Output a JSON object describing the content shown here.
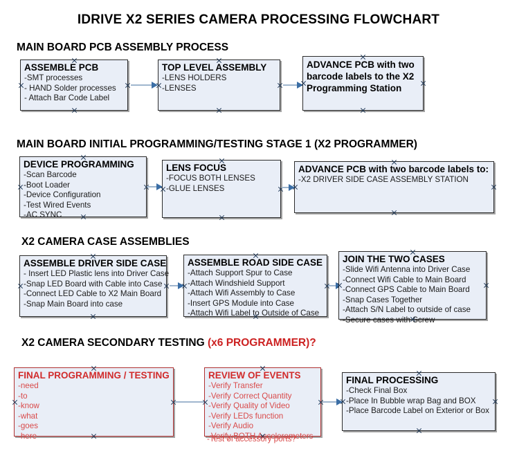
{
  "document": {
    "title": "IDRIVE X2  SERIES CAMERA PROCESSING FLOWCHART"
  },
  "sections": [
    {
      "id": "main-board-pcb-assembly",
      "heading": "MAIN BOARD PCB ASSEMBLY PROCESS",
      "heading_red": ""
    },
    {
      "id": "main-board-initial-programming",
      "heading": "MAIN BOARD INITIAL PROGRAMMING/TESTING STAGE 1 (X2 PROGRAMMER)",
      "heading_red": ""
    },
    {
      "id": "x2-camera-case-assemblies",
      "heading": "X2 CAMERA CASE ASSEMBLIES",
      "heading_red": ""
    },
    {
      "id": "x2-camera-secondary-testing",
      "heading": "X2 CAMERA SECONDARY TESTING ",
      "heading_red": "(x6 PROGRAMMER)?"
    }
  ],
  "nodes": {
    "assemble_pcb": {
      "title": "ASSEMBLE PCB",
      "items": [
        "-SMT processes",
        "- HAND Solder processes",
        "- Attach Bar Code Label"
      ]
    },
    "top_level_assembly": {
      "title": "TOP LEVEL ASSEMBLY",
      "items": [
        "-LENS HOLDERS",
        "-LENSES"
      ]
    },
    "advance_pcb_station": {
      "title": "ADVANCE PCB with two barcode labels to the  X2 Programming Station",
      "items": []
    },
    "device_programming": {
      "title": "DEVICE PROGRAMMING",
      "items": [
        "-Scan Barcode",
        "-Boot Loader",
        "-Device Configuration",
        "-Test Wired Events",
        "-AC SYNC"
      ]
    },
    "lens_focus": {
      "title": "LENS FOCUS",
      "items": [
        "-FOCUS BOTH LENSES",
        "-GLUE LENSES"
      ]
    },
    "advance_pcb_driver_side": {
      "title": "ADVANCE PCB with two barcode labels to:",
      "items": [
        "-X2 DRIVER  SIDE  CASE  ASSEMBLY STATION"
      ]
    },
    "assemble_driver_side_case": {
      "title": "ASSEMBLE DRIVER SIDE CASE",
      "items": [
        "- Insert LED Plastic lens into Driver Case",
        "-Snap LED Board with Cable into Case",
        "-Connect LED Cable to X2 Main Board",
        "-Snap Main Board into case"
      ]
    },
    "assemble_road_side_case": {
      "title": "ASSEMBLE ROAD SIDE CASE",
      "items": [
        "-Attach Support Spur to Case",
        "-Attach Windshield Support",
        "-Attach Wifi Assembly to Case",
        "-Insert GPS Module into Case",
        "-Attach Wifi Label to Outside of Case"
      ]
    },
    "join_the_two_cases": {
      "title": "JOIN THE TWO CASES",
      "items": [
        "-Slide Wifi Antenna into Driver Case",
        "-Connect Wifi Cable to Main Board",
        "-Connect GPS Cable to Main Board",
        "-Snap Cases Together",
        "-Attach S/N Label to outside of case",
        "-Secure cases with Screw"
      ]
    },
    "final_programming_testing": {
      "title": "FINAL PROGRAMMING / TESTING",
      "items": [
        "-need",
        "-to",
        "-know",
        "-what",
        "-goes",
        "-here"
      ]
    },
    "review_of_events": {
      "title": "REVIEW OF EVENTS",
      "items": [
        "-Verify Transfer",
        "-Verify Correct Quantity",
        "-Verify Quality of Video",
        "-Verify LEDs function",
        "-Verify Audio",
        "-Verify BOTH Accelerometers"
      ],
      "overflow_item": "-Test of accessory ports?"
    },
    "final_processing": {
      "title": "FINAL PROCESSING",
      "items": [
        "-Check Final Box",
        "-Place In Bubble wrap Bag and BOX",
        "-Place Barcode Label on Exterior or Box"
      ]
    }
  },
  "colors": {
    "node_fill": "#e9eef7",
    "node_border": "#2b2b2b",
    "node_border_red": "#b03030",
    "text_red": "#d12b2b",
    "connector_line": "#9fb6ce",
    "connector_arrow": "#3b6ea5"
  }
}
